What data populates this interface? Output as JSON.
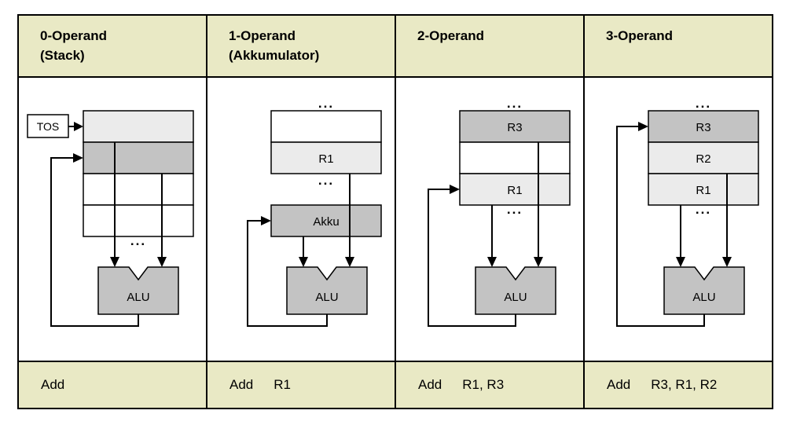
{
  "colors": {
    "page_bg": "#ffffff",
    "band_bg": "#e9e9c5",
    "cell_dark": "#c3c3c3",
    "cell_light": "#ebebeb",
    "cell_white": "#ffffff",
    "alu_fill": "#c3c3c3"
  },
  "columns": [
    {
      "header_line1": "0-Operand",
      "header_line2": "(Stack)",
      "instruction": {
        "mnemonic": "Add",
        "operands": ""
      },
      "diagram": {
        "tos_label": "TOS",
        "alu_label": "ALU",
        "dots_bottom": "...",
        "cells": [
          "",
          "",
          "",
          ""
        ]
      }
    },
    {
      "header_line1": "1-Operand",
      "header_line2": "(Akkumulator)",
      "instruction": {
        "mnemonic": "Add",
        "operands": "R1"
      },
      "diagram": {
        "dots_top": "...",
        "dots_mid": "...",
        "akku_label": "Akku",
        "alu_label": "ALU",
        "cells": [
          "",
          "R1"
        ]
      }
    },
    {
      "header_line1": "2-Operand",
      "header_line2": "",
      "instruction": {
        "mnemonic": "Add",
        "operands": "R1, R3"
      },
      "diagram": {
        "dots_top": "...",
        "dots_bottom": "...",
        "alu_label": "ALU",
        "cells": [
          "R3",
          "",
          "R1"
        ]
      }
    },
    {
      "header_line1": "3-Operand",
      "header_line2": "",
      "instruction": {
        "mnemonic": "Add",
        "operands": "R3, R1, R2"
      },
      "diagram": {
        "dots_top": "...",
        "dots_bottom": "...",
        "alu_label": "ALU",
        "cells": [
          "R3",
          "R2",
          "R1"
        ]
      }
    }
  ]
}
